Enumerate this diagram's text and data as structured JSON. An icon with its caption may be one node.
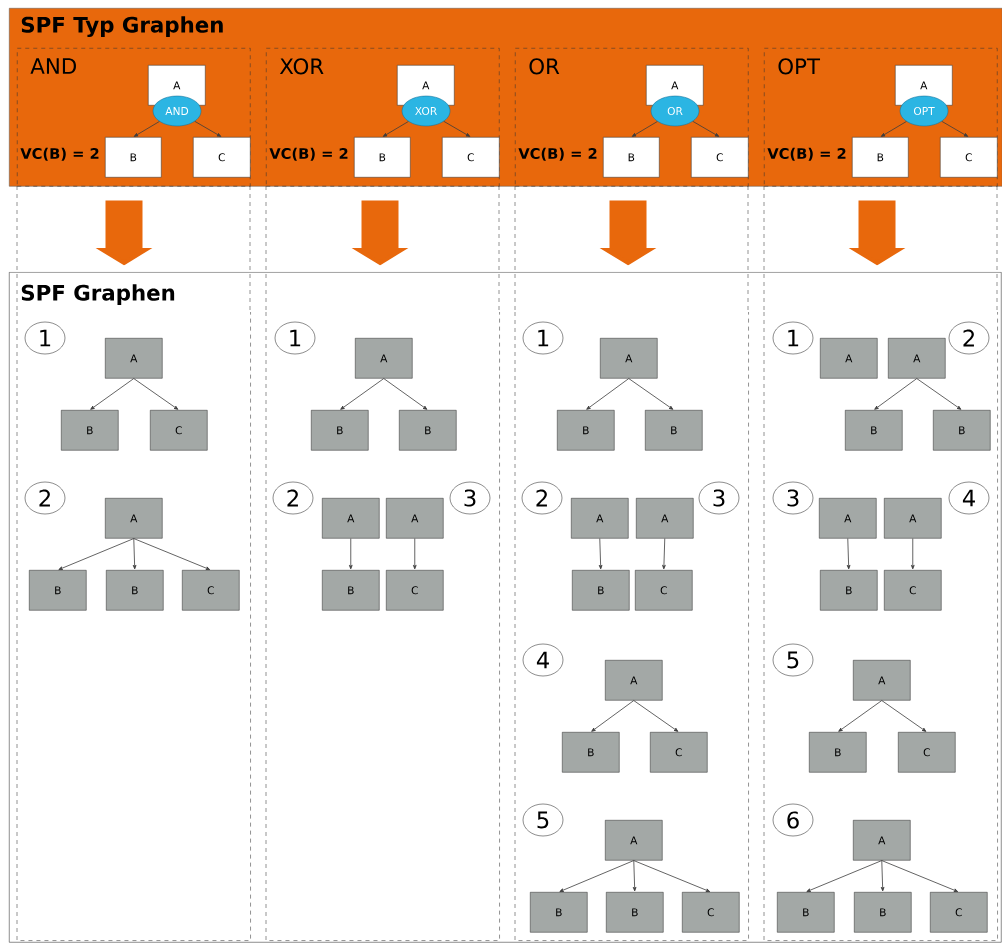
{
  "diagram": {
    "nodes": [
      {
        "text": [
          "SPF Typ Graphen"
        ]
      },
      {
        "text": [
          "SPF Graphen"
        ]
      },
      {
        "text": [
          "AND"
        ],
        "in": 0
      },
      {
        "text": [
          "XOR"
        ],
        "in": 0
      },
      {
        "text": [
          "OR"
        ],
        "in": 0
      },
      {
        "text": [
          "OPT"
        ],
        "in": 0
      },
      {
        "text": [],
        "shape": "box",
        "in": 1
      },
      {
        "text": [],
        "shape": "box",
        "in": 1
      },
      {
        "text": [],
        "shape": "box",
        "in": 1
      },
      {
        "text": [],
        "shape": "box",
        "in": 1
      },
      {
        "text": [
          "A"
        ],
        "in": 2
      },
      {
        "text": [
          "AND"
        ],
        "in": 2
      },
      {
        "text": [
          "B"
        ],
        "in": 2,
        "beside": [
          "VC(B) = 2"
        ]
      },
      {
        "text": [
          "C"
        ],
        "in": 2
      },
      {
        "text": [
          "A"
        ],
        "in": 3
      },
      {
        "text": [
          "XOR"
        ],
        "in": 3
      },
      {
        "text": [
          "B"
        ],
        "in": 3,
        "beside": [
          "VC(B) = 2"
        ]
      },
      {
        "text": [
          "C"
        ],
        "in": 3
      },
      {
        "text": [
          "A"
        ],
        "in": 4
      },
      {
        "text": [
          "OR"
        ],
        "in": 4
      },
      {
        "text": [
          "B"
        ],
        "in": 4,
        "beside": [
          "VC(B) = 2"
        ]
      },
      {
        "text": [
          "C"
        ],
        "in": 4
      },
      {
        "text": [
          "A"
        ],
        "in": 5
      },
      {
        "text": [
          "OPT"
        ],
        "in": 5
      },
      {
        "text": [
          "B"
        ],
        "in": 5,
        "beside": [
          "VC(B) = 2"
        ]
      },
      {
        "text": [
          "C"
        ],
        "in": 5
      },
      {
        "text": [
          "1"
        ],
        "in": 6
      },
      {
        "text": [
          "A"
        ],
        "in": 6
      },
      {
        "text": [
          "B"
        ],
        "in": 6
      },
      {
        "text": [
          "C"
        ],
        "in": 6
      },
      {
        "text": [
          "2"
        ],
        "in": 6
      },
      {
        "text": [
          "A"
        ],
        "in": 6
      },
      {
        "text": [
          "B"
        ],
        "in": 6
      },
      {
        "text": [
          "B"
        ],
        "in": 6
      },
      {
        "text": [
          "C"
        ],
        "in": 6
      },
      {
        "text": [
          "1"
        ],
        "in": 7
      },
      {
        "text": [
          "A"
        ],
        "in": 7
      },
      {
        "text": [
          "B"
        ],
        "in": 7
      },
      {
        "text": [
          "B"
        ],
        "in": 7
      },
      {
        "text": [
          "2"
        ],
        "in": 7
      },
      {
        "text": [
          "A"
        ],
        "in": 7
      },
      {
        "text": [
          "A"
        ],
        "in": 7
      },
      {
        "text": [
          "3"
        ],
        "in": 7
      },
      {
        "text": [
          "B"
        ],
        "in": 7
      },
      {
        "text": [
          "C"
        ],
        "in": 7
      },
      {
        "text": [
          "1"
        ],
        "in": 8
      },
      {
        "text": [
          "A"
        ],
        "in": 8
      },
      {
        "text": [
          "B"
        ],
        "in": 8
      },
      {
        "text": [
          "B"
        ],
        "in": 8
      },
      {
        "text": [
          "2"
        ],
        "in": 8
      },
      {
        "text": [
          "A"
        ],
        "in": 8
      },
      {
        "text": [
          "A"
        ],
        "in": 8
      },
      {
        "text": [
          "3"
        ],
        "in": 8
      },
      {
        "text": [
          "B"
        ],
        "in": 8
      },
      {
        "text": [
          "C"
        ],
        "in": 8
      },
      {
        "text": [
          "4"
        ],
        "in": 8
      },
      {
        "text": [
          "A"
        ],
        "in": 8
      },
      {
        "text": [
          "B"
        ],
        "in": 8
      },
      {
        "text": [
          "C"
        ],
        "in": 8
      },
      {
        "text": [
          "5"
        ],
        "in": 8
      },
      {
        "text": [
          "A"
        ],
        "in": 8
      },
      {
        "text": [
          "B"
        ],
        "in": 8
      },
      {
        "text": [
          "B"
        ],
        "in": 8
      },
      {
        "text": [
          "C"
        ],
        "in": 8
      },
      {
        "text": [
          "1"
        ],
        "in": 9
      },
      {
        "text": [
          "A"
        ],
        "in": 9
      },
      {
        "text": [
          "A"
        ],
        "in": 9
      },
      {
        "text": [
          "2"
        ],
        "in": 9
      },
      {
        "text": [
          "B"
        ],
        "in": 9
      },
      {
        "text": [
          "B"
        ],
        "in": 9
      },
      {
        "text": [
          "3"
        ],
        "in": 9
      },
      {
        "text": [
          "A"
        ],
        "in": 9
      },
      {
        "text": [
          "A"
        ],
        "in": 9
      },
      {
        "text": [
          "4"
        ],
        "in": 9
      },
      {
        "text": [
          "B"
        ],
        "in": 9
      },
      {
        "text": [
          "C"
        ],
        "in": 9
      },
      {
        "text": [
          "5"
        ],
        "in": 9
      },
      {
        "text": [
          "A"
        ],
        "in": 9
      },
      {
        "text": [
          "B"
        ],
        "in": 9
      },
      {
        "text": [
          "C"
        ],
        "in": 9
      },
      {
        "text": [
          "6"
        ],
        "in": 9
      },
      {
        "text": [
          "A"
        ],
        "in": 9
      },
      {
        "text": [
          "B"
        ],
        "in": 9
      },
      {
        "text": [
          "B"
        ],
        "in": 9
      },
      {
        "text": [
          "C"
        ],
        "in": 9
      }
    ],
    "edges": [
      {
        "from": 0,
        "to": 1,
        "arrow": "to",
        "style": "thick",
        "color": "#e8680c"
      },
      {
        "from": 0,
        "to": 1,
        "arrow": "to",
        "style": "thick",
        "color": "#e8680c"
      },
      {
        "from": 0,
        "to": 1,
        "arrow": "to",
        "style": "thick",
        "color": "#e8680c"
      },
      {
        "from": 0,
        "to": 1,
        "arrow": "to",
        "style": "thick",
        "color": "#e8680c"
      },
      {
        "from": 11,
        "to": 12,
        "arrow": "to"
      },
      {
        "from": 11,
        "to": 13,
        "arrow": "to"
      },
      {
        "from": 15,
        "to": 16,
        "arrow": "to"
      },
      {
        "from": 15,
        "to": 17,
        "arrow": "to"
      },
      {
        "from": 19,
        "to": 20,
        "arrow": "to"
      },
      {
        "from": 19,
        "to": 21,
        "arrow": "to"
      },
      {
        "from": 23,
        "to": 24,
        "arrow": "to"
      },
      {
        "from": 23,
        "to": 25,
        "arrow": "to"
      },
      {
        "from": 27,
        "to": 28,
        "arrow": "to"
      },
      {
        "from": 27,
        "to": 29,
        "arrow": "to"
      },
      {
        "from": 31,
        "to": 32,
        "arrow": "to"
      },
      {
        "from": 31,
        "to": 33,
        "arrow": "to"
      },
      {
        "from": 31,
        "to": 34,
        "arrow": "to"
      },
      {
        "from": 36,
        "to": 37,
        "arrow": "to"
      },
      {
        "from": 36,
        "to": 38,
        "arrow": "to"
      },
      {
        "from": 40,
        "to": 43,
        "arrow": "to"
      },
      {
        "from": 41,
        "to": 44,
        "arrow": "to"
      },
      {
        "from": 46,
        "to": 47,
        "arrow": "to"
      },
      {
        "from": 46,
        "to": 48,
        "arrow": "to"
      },
      {
        "from": 50,
        "to": 53,
        "arrow": "to"
      },
      {
        "from": 51,
        "to": 54,
        "arrow": "to"
      },
      {
        "from": 56,
        "to": 57,
        "arrow": "to"
      },
      {
        "from": 56,
        "to": 58,
        "arrow": "to"
      },
      {
        "from": 60,
        "to": 61,
        "arrow": "to"
      },
      {
        "from": 60,
        "to": 62,
        "arrow": "to"
      },
      {
        "from": 60,
        "to": 63,
        "arrow": "to"
      },
      {
        "from": 66,
        "to": 68,
        "arrow": "to"
      },
      {
        "from": 66,
        "to": 69,
        "arrow": "to"
      },
      {
        "from": 71,
        "to": 74,
        "arrow": "to"
      },
      {
        "from": 72,
        "to": 75,
        "arrow": "to"
      },
      {
        "from": 77,
        "to": 78,
        "arrow": "to"
      },
      {
        "from": 77,
        "to": 79,
        "arrow": "to"
      },
      {
        "from": 81,
        "to": 82,
        "arrow": "to"
      },
      {
        "from": 81,
        "to": 83,
        "arrow": "to"
      },
      {
        "from": 81,
        "to": 84,
        "arrow": "to"
      }
    ]
  }
}
